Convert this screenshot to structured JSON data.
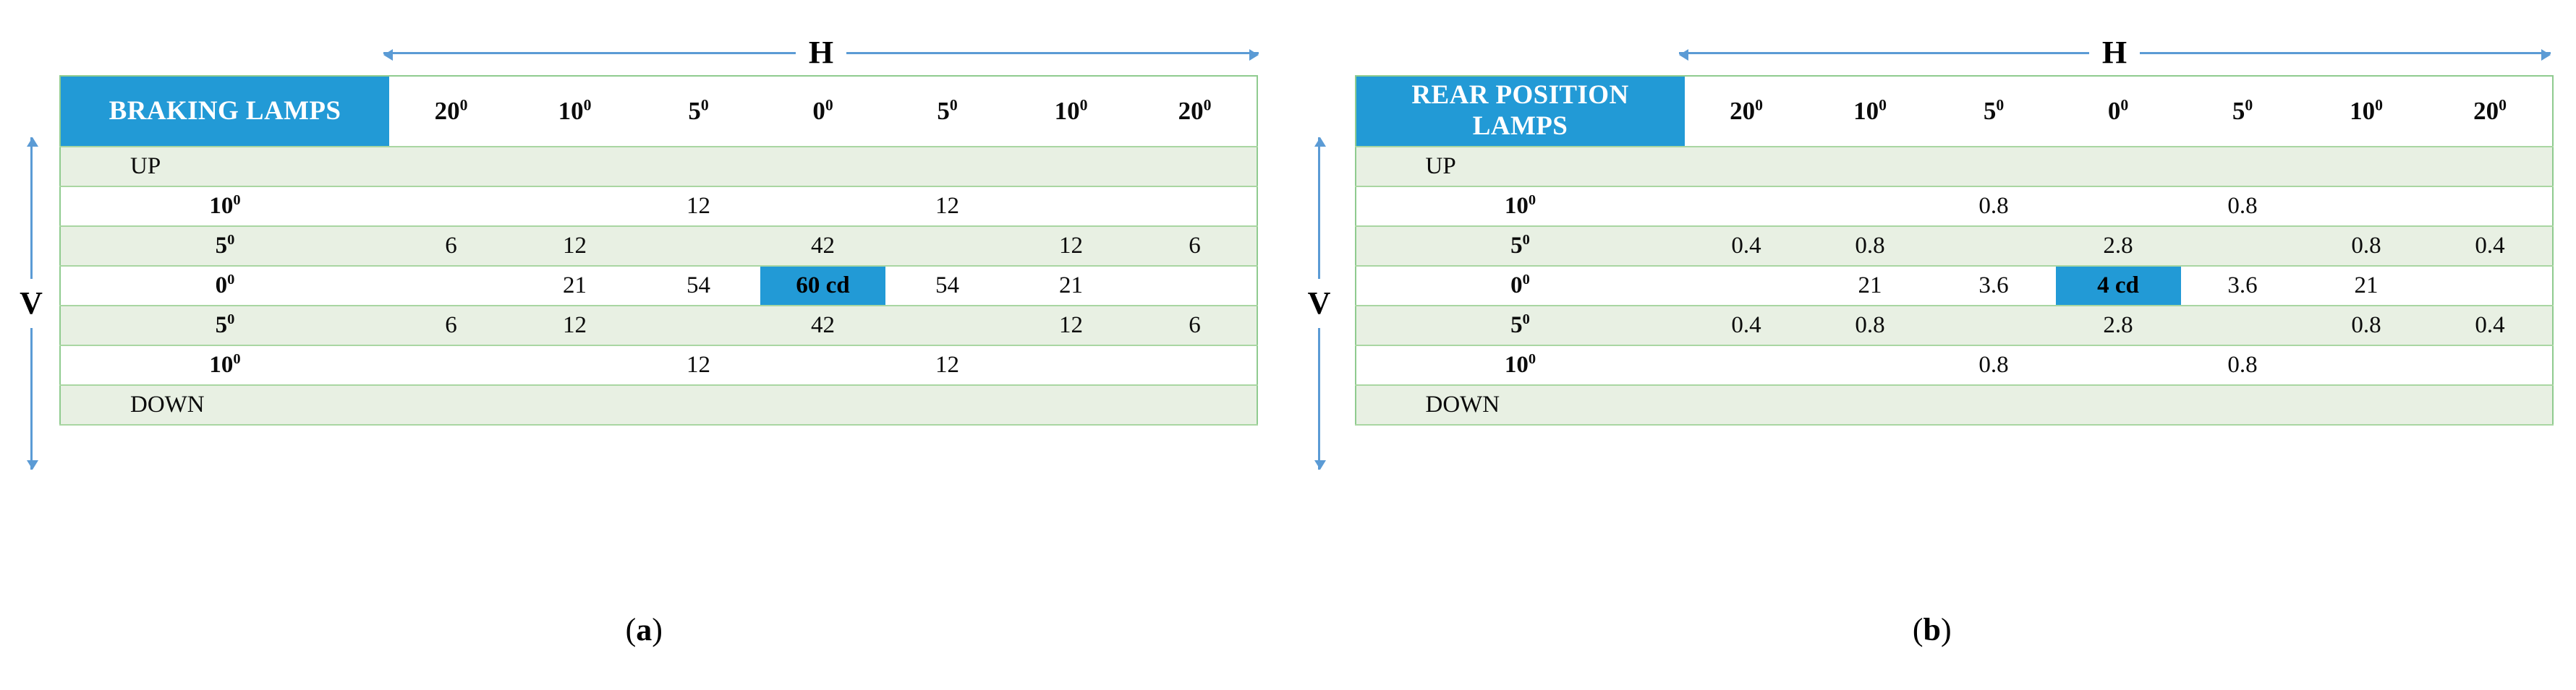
{
  "figure": {
    "axis_h_label": "H",
    "axis_v_label": "V"
  },
  "panels": [
    {
      "caption_open": "(",
      "caption_letter": "a",
      "caption_close": ")",
      "table": {
        "title": "BRAKING LAMPS",
        "title_lines": [
          "BRAKING LAMPS"
        ],
        "columns": [
          "20",
          "10",
          "5",
          "0",
          "5",
          "10",
          "20"
        ],
        "column_labels": [
          "20⁰",
          "10⁰",
          "5⁰",
          "0⁰",
          "5⁰",
          "10⁰",
          "20⁰"
        ],
        "rows": [
          {
            "label": "UP",
            "label_style": "soft",
            "shaded": true,
            "cells": [
              "",
              "",
              "",
              "",
              "",
              "",
              ""
            ]
          },
          {
            "label": "10",
            "label_style": "bold",
            "shaded": false,
            "cells": [
              "",
              "",
              "12",
              "",
              "12",
              "",
              ""
            ]
          },
          {
            "label": "5",
            "label_style": "bold",
            "shaded": true,
            "cells": [
              "6",
              "12",
              "42",
              "12",
              "6"
            ],
            "merge": "mid3"
          },
          {
            "label": "0",
            "label_style": "bold",
            "shaded": false,
            "cells": [
              "",
              "21",
              "54",
              "60 cd",
              "54",
              "21",
              ""
            ],
            "highlight_index": 3
          },
          {
            "label": "5",
            "label_style": "bold",
            "shaded": true,
            "cells": [
              "6",
              "12",
              "42",
              "12",
              "6"
            ],
            "merge": "mid3"
          },
          {
            "label": "10",
            "label_style": "bold",
            "shaded": false,
            "cells": [
              "",
              "",
              "12",
              "",
              "12",
              "",
              ""
            ]
          },
          {
            "label": "DOWN",
            "label_style": "soft",
            "shaded": true,
            "cells": [
              "",
              "",
              "",
              "",
              "",
              "",
              ""
            ]
          }
        ]
      }
    },
    {
      "caption_open": "(",
      "caption_letter": "b",
      "caption_close": ")",
      "table": {
        "title": "REAR POSITION LAMPS",
        "title_lines": [
          "REAR POSITION",
          "LAMPS"
        ],
        "columns": [
          "20",
          "10",
          "5",
          "0",
          "5",
          "10",
          "20"
        ],
        "column_labels": [
          "20⁰",
          "10⁰",
          "5⁰",
          "0⁰",
          "5⁰",
          "10⁰",
          "20⁰"
        ],
        "rows": [
          {
            "label": "UP",
            "label_style": "soft",
            "shaded": true,
            "cells": [
              "",
              "",
              "",
              "",
              "",
              "",
              ""
            ]
          },
          {
            "label": "10",
            "label_style": "bold",
            "shaded": false,
            "cells": [
              "",
              "",
              "0.8",
              "",
              "0.8",
              "",
              ""
            ]
          },
          {
            "label": "5",
            "label_style": "bold",
            "shaded": true,
            "cells": [
              "0.4",
              "0.8",
              "2.8",
              "0.8",
              "0.4"
            ],
            "merge": "mid3"
          },
          {
            "label": "0",
            "label_style": "bold",
            "shaded": false,
            "cells": [
              "",
              "21",
              "3.6",
              "4 cd",
              "3.6",
              "21",
              ""
            ],
            "highlight_index": 3
          },
          {
            "label": "5",
            "label_style": "bold",
            "shaded": true,
            "cells": [
              "0.4",
              "0.8",
              "2.8",
              "0.8",
              "0.4"
            ],
            "merge": "mid3"
          },
          {
            "label": "10",
            "label_style": "bold",
            "shaded": false,
            "cells": [
              "",
              "",
              "0.8",
              "",
              "0.8",
              "",
              ""
            ]
          },
          {
            "label": "DOWN",
            "label_style": "soft",
            "shaded": true,
            "cells": [
              "",
              "",
              "",
              "",
              "",
              "",
              ""
            ]
          }
        ]
      }
    }
  ],
  "colors": {
    "accent_blue": "#229AD6",
    "arrow_blue": "#5B9BD5",
    "table_border_green": "#8FCB8F",
    "row_shade_green": "#E8F0E3",
    "row_line_green": "#A9D6A2"
  }
}
